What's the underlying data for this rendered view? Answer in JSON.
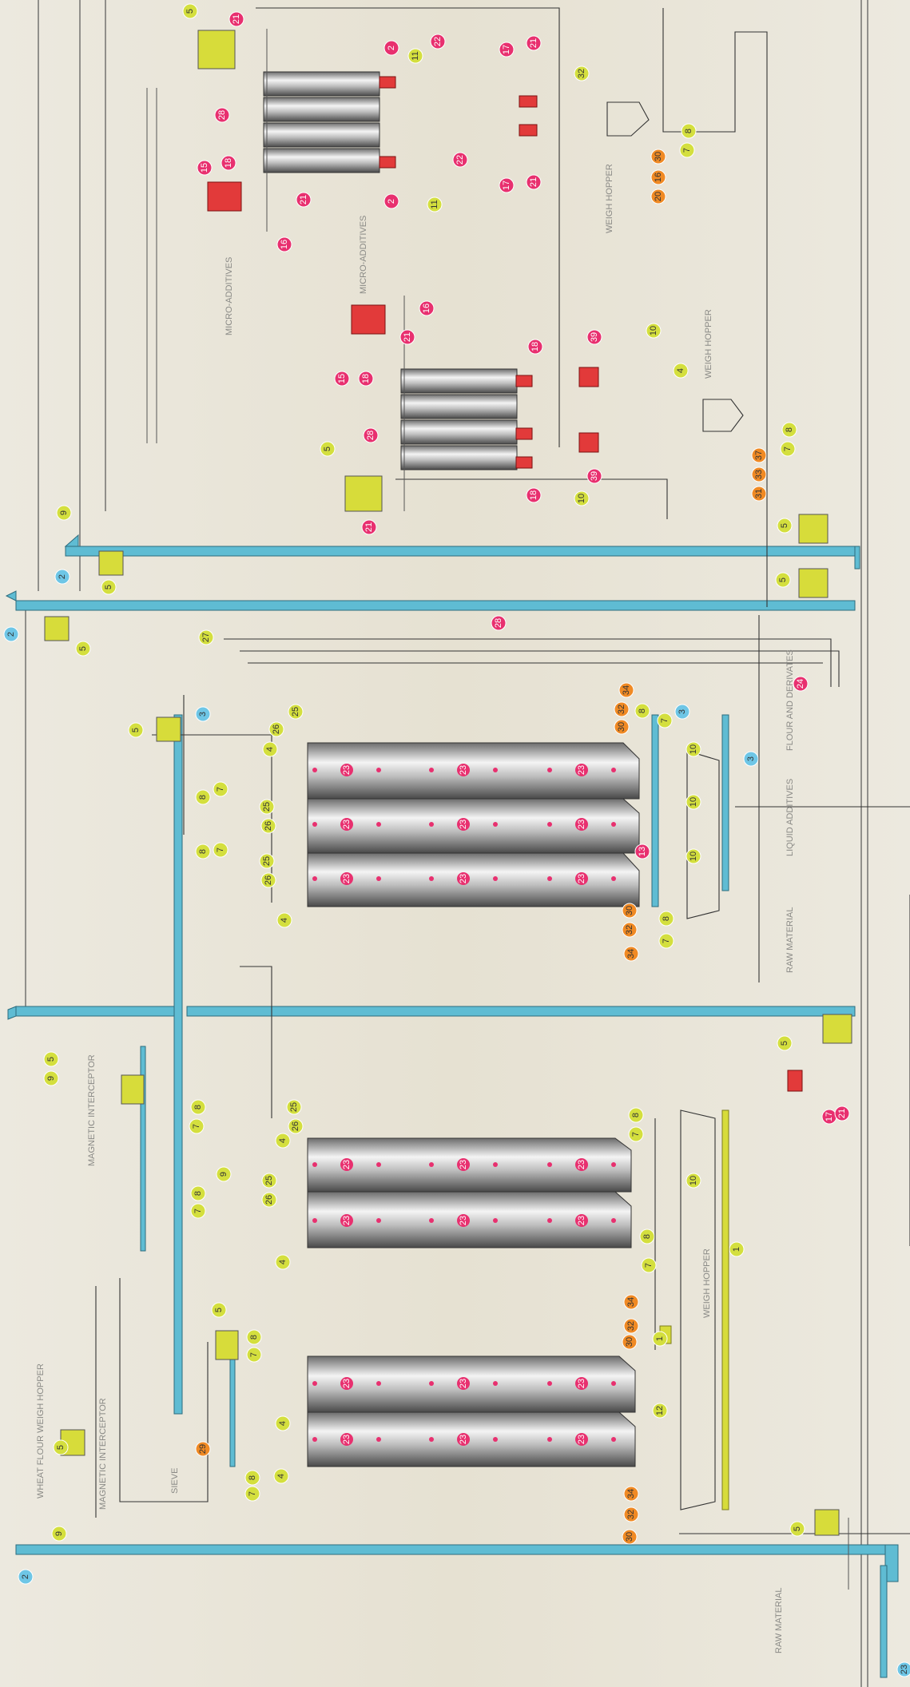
{
  "labels": {
    "micro_additives_top": "MICRO-ADDITIVES",
    "micro_additives_mid": "MICRO-ADDITIVES",
    "weigh_hopper_top": "WEIGH HOPPER",
    "weigh_hopper_mid": "WEIGH HOPPER",
    "weigh_hopper_main": "WEIGH HOPPER",
    "flour_and_derivates": "FLOUR AND DERIVATES",
    "liquid_additives": "LIQUID ADDITIVES",
    "raw_material_truck": "RAW MATERIAL",
    "raw_material_bottom": "RAW MATERIAL",
    "magnetic_interceptor_top": "MAGNETIC INTERCEPTOR",
    "magnetic_interceptor_bottom": "MAGNETIC INTERCEPTOR",
    "wheat_flour_weigh_hopper": "WHEAT FLOUR WEIGH HOPPER",
    "sieve": "SIEVE"
  },
  "colors": {
    "conveyor": "#5fbcd3",
    "yellow_equipment": "#d7dc3a",
    "red_equipment": "#e23a3a",
    "callout_yellow": "#d4df3e",
    "callout_pink": "#e8306f",
    "callout_orange": "#f08a24",
    "callout_blue": "#6ec6e6"
  },
  "callouts": [
    {
      "n": "5",
      "c": "y"
    },
    {
      "n": "21",
      "c": "p"
    },
    {
      "n": "2",
      "c": "p"
    },
    {
      "n": "22",
      "c": "p"
    },
    {
      "n": "17",
      "c": "p"
    },
    {
      "n": "21",
      "c": "p"
    },
    {
      "n": "11",
      "c": "y"
    },
    {
      "n": "28",
      "c": "p"
    },
    {
      "n": "32",
      "c": "y"
    },
    {
      "n": "15",
      "c": "p"
    },
    {
      "n": "18",
      "c": "p"
    },
    {
      "n": "21",
      "c": "p"
    },
    {
      "n": "16",
      "c": "p"
    },
    {
      "n": "2",
      "c": "p"
    },
    {
      "n": "11",
      "c": "y"
    },
    {
      "n": "22",
      "c": "p"
    },
    {
      "n": "17",
      "c": "p"
    },
    {
      "n": "21",
      "c": "p"
    },
    {
      "n": "8",
      "c": "y"
    },
    {
      "n": "7",
      "c": "y"
    },
    {
      "n": "30",
      "c": "o"
    },
    {
      "n": "16",
      "c": "o"
    },
    {
      "n": "20",
      "c": "o"
    },
    {
      "n": "16",
      "c": "p"
    },
    {
      "n": "21",
      "c": "p"
    },
    {
      "n": "15",
      "c": "p"
    },
    {
      "n": "18",
      "c": "p"
    },
    {
      "n": "18",
      "c": "p"
    },
    {
      "n": "39",
      "c": "p"
    },
    {
      "n": "10",
      "c": "y"
    },
    {
      "n": "5",
      "c": "y"
    },
    {
      "n": "28",
      "c": "p"
    },
    {
      "n": "4",
      "c": "y"
    },
    {
      "n": "39",
      "c": "p"
    },
    {
      "n": "18",
      "c": "p"
    },
    {
      "n": "10",
      "c": "y"
    },
    {
      "n": "21",
      "c": "p"
    },
    {
      "n": "8",
      "c": "y"
    },
    {
      "n": "7",
      "c": "y"
    },
    {
      "n": "37",
      "c": "o"
    },
    {
      "n": "33",
      "c": "o"
    },
    {
      "n": "31",
      "c": "o"
    },
    {
      "n": "9",
      "c": "y"
    },
    {
      "n": "2",
      "c": "b"
    },
    {
      "n": "5",
      "c": "y"
    },
    {
      "n": "2",
      "c": "b"
    },
    {
      "n": "5",
      "c": "y"
    },
    {
      "n": "5",
      "c": "y"
    },
    {
      "n": "5",
      "c": "y"
    },
    {
      "n": "27",
      "c": "y"
    },
    {
      "n": "28",
      "c": "p"
    },
    {
      "n": "3",
      "c": "b"
    },
    {
      "n": "5",
      "c": "y"
    },
    {
      "n": "25",
      "c": "y"
    },
    {
      "n": "26",
      "c": "y"
    },
    {
      "n": "4",
      "c": "y"
    },
    {
      "n": "25",
      "c": "y"
    },
    {
      "n": "26",
      "c": "y"
    },
    {
      "n": "25",
      "c": "y"
    },
    {
      "n": "26",
      "c": "y"
    },
    {
      "n": "8",
      "c": "y"
    },
    {
      "n": "7",
      "c": "y"
    },
    {
      "n": "8",
      "c": "y"
    },
    {
      "n": "7",
      "c": "y"
    },
    {
      "n": "4",
      "c": "y"
    },
    {
      "n": "34",
      "c": "o"
    },
    {
      "n": "32",
      "c": "o"
    },
    {
      "n": "30",
      "c": "o"
    },
    {
      "n": "8",
      "c": "y"
    },
    {
      "n": "7",
      "c": "y"
    },
    {
      "n": "3",
      "c": "b"
    },
    {
      "n": "10",
      "c": "y"
    },
    {
      "n": "3",
      "c": "b"
    },
    {
      "n": "10",
      "c": "y"
    },
    {
      "n": "13",
      "c": "p"
    },
    {
      "n": "10",
      "c": "y"
    },
    {
      "n": "30",
      "c": "o"
    },
    {
      "n": "32",
      "c": "o"
    },
    {
      "n": "34",
      "c": "o"
    },
    {
      "n": "8",
      "c": "y"
    },
    {
      "n": "7",
      "c": "y"
    },
    {
      "n": "24",
      "c": "p"
    },
    {
      "n": "5",
      "c": "y"
    },
    {
      "n": "17",
      "c": "p"
    },
    {
      "n": "21",
      "c": "p"
    },
    {
      "n": "5",
      "c": "y"
    },
    {
      "n": "9",
      "c": "y"
    },
    {
      "n": "8",
      "c": "y"
    },
    {
      "n": "7",
      "c": "y"
    },
    {
      "n": "25",
      "c": "y"
    },
    {
      "n": "26",
      "c": "y"
    },
    {
      "n": "4",
      "c": "y"
    },
    {
      "n": "9",
      "c": "y"
    },
    {
      "n": "8",
      "c": "y"
    },
    {
      "n": "7",
      "c": "y"
    },
    {
      "n": "25",
      "c": "y"
    },
    {
      "n": "26",
      "c": "y"
    },
    {
      "n": "4",
      "c": "y"
    },
    {
      "n": "8",
      "c": "y"
    },
    {
      "n": "7",
      "c": "y"
    },
    {
      "n": "10",
      "c": "y"
    },
    {
      "n": "8",
      "c": "y"
    },
    {
      "n": "7",
      "c": "y"
    },
    {
      "n": "1",
      "c": "y"
    },
    {
      "n": "5",
      "c": "y"
    },
    {
      "n": "8",
      "c": "y"
    },
    {
      "n": "7",
      "c": "y"
    },
    {
      "n": "4",
      "c": "y"
    },
    {
      "n": "34",
      "c": "o"
    },
    {
      "n": "32",
      "c": "o"
    },
    {
      "n": "30",
      "c": "o"
    },
    {
      "n": "1",
      "c": "y"
    },
    {
      "n": "12",
      "c": "y"
    },
    {
      "n": "4",
      "c": "y"
    },
    {
      "n": "8",
      "c": "y"
    },
    {
      "n": "7",
      "c": "y"
    },
    {
      "n": "34",
      "c": "o"
    },
    {
      "n": "32",
      "c": "o"
    },
    {
      "n": "30",
      "c": "o"
    },
    {
      "n": "5",
      "c": "y"
    },
    {
      "n": "29",
      "c": "o"
    },
    {
      "n": "9",
      "c": "y"
    },
    {
      "n": "2",
      "c": "b"
    },
    {
      "n": "5",
      "c": "y"
    },
    {
      "n": "23",
      "c": "b"
    }
  ],
  "silo_tags": [
    "23",
    "23",
    "23",
    "23",
    "23",
    "23",
    "23",
    "23",
    "23",
    "23",
    "23",
    "23",
    "23",
    "23",
    "23",
    "23",
    "23",
    "23",
    "23",
    "23",
    "23"
  ]
}
